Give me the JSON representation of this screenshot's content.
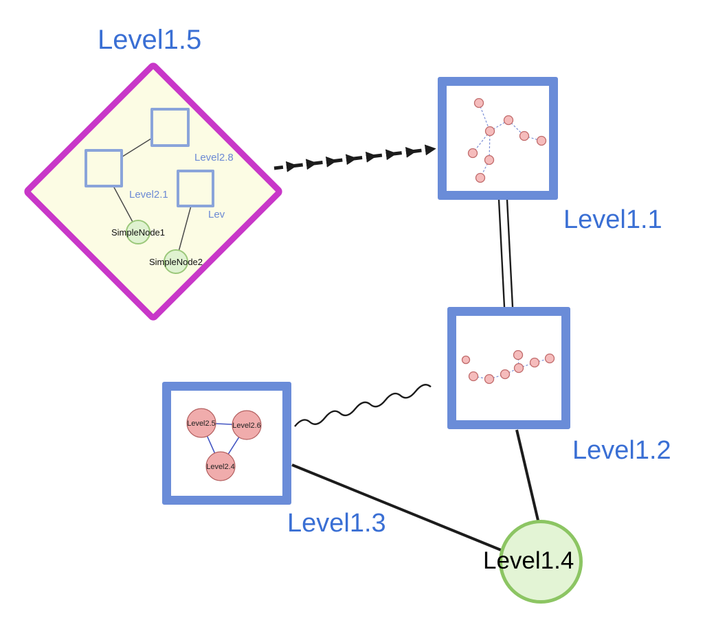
{
  "colors": {
    "label_blue": "#3a6fd4",
    "box_border_blue": "#6a8cd8",
    "diamond_border_magenta": "#c837c8",
    "diamond_fill_yellow": "#fcfce4",
    "inner_square_border": "#8aa4da",
    "green_node_fill": "#dff2d0",
    "green_node_border": "#8cc563",
    "pink_node_fill": "#f0acac",
    "pink_node_border": "#b35f5f",
    "edge_black": "#1c1c1c",
    "subgraph_edge_blue": "#7b8fd6"
  },
  "labels": {
    "level1_1": "Level1.1",
    "level1_2": "Level1.2",
    "level1_3": "Level1.3",
    "level1_4": "Level1.4",
    "level1_5": "Level1.5"
  },
  "level1_5_group": {
    "squares": [
      {
        "label": "Level2.8"
      },
      {
        "label": "Level2.1"
      },
      {
        "label": "Lev"
      }
    ],
    "simple_nodes": [
      {
        "label": "SimpleNode1"
      },
      {
        "label": "SimpleNode2"
      }
    ]
  },
  "level1_3_group": {
    "nodes": [
      {
        "label": "Level2.5"
      },
      {
        "label": "Level2.6"
      },
      {
        "label": "Level2.4"
      }
    ]
  }
}
